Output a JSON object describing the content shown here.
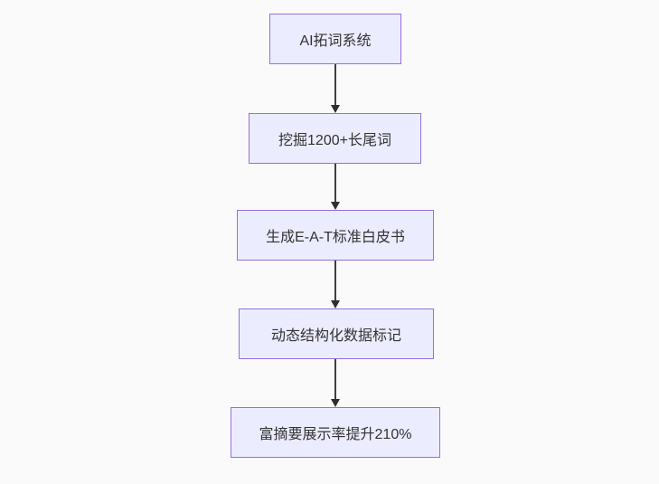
{
  "page": {
    "background_color": "#fafafa"
  },
  "flowchart": {
    "type": "vertical-flowchart",
    "node_fill_color": "#ECECFF",
    "node_border_color": "#9370DB",
    "edge_color": "#333333",
    "text_color": "#333333",
    "nodes": [
      {
        "label": "AI拓词系统"
      },
      {
        "label": "挖掘1200+长尾词"
      },
      {
        "label": "生成E-A-T标准白皮书"
      },
      {
        "label": "动态结构化数据标记"
      },
      {
        "label": "富摘要展示率提升210%"
      }
    ],
    "edges": [
      {
        "from": 0,
        "to": 1,
        "style": "arrow-down"
      },
      {
        "from": 1,
        "to": 2,
        "style": "arrow-down"
      },
      {
        "from": 2,
        "to": 3,
        "style": "arrow-down"
      },
      {
        "from": 3,
        "to": 4,
        "style": "arrow-down"
      }
    ]
  }
}
